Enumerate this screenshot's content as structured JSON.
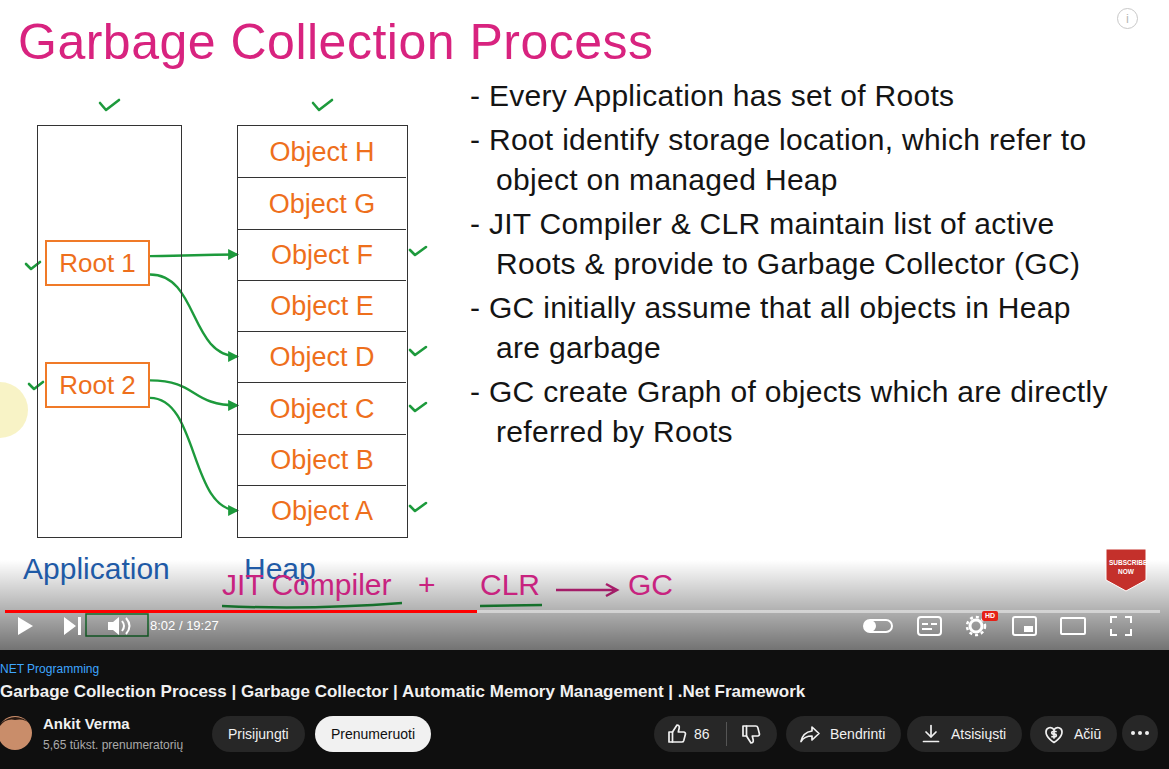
{
  "diagram": {
    "title": "Garbage Collection Process",
    "nodes": [
      {
        "text": [
          "Application"
        ]
      },
      {
        "text": [
          "Heap"
        ]
      },
      {
        "text": [
          "Root 1"
        ],
        "in": 0
      },
      {
        "text": [
          "Root 2"
        ],
        "in": 0
      },
      {
        "text": [
          "Object H"
        ],
        "in": 1
      },
      {
        "text": [
          "Object G"
        ],
        "in": 1
      },
      {
        "text": [
          "Object F"
        ],
        "in": 1
      },
      {
        "text": [
          "Object E"
        ],
        "in": 1
      },
      {
        "text": [
          "Object D"
        ],
        "in": 1
      },
      {
        "text": [
          "Object C"
        ],
        "in": 1
      },
      {
        "text": [
          "Object B"
        ],
        "in": 1
      },
      {
        "text": [
          "Object A"
        ],
        "in": 1
      },
      {
        "text": [
          "Prisijungti"
        ]
      },
      {
        "text": [
          "Prenumeruoti"
        ]
      },
      {
        "text": [
          "86"
        ]
      },
      {
        "text": [
          "Bendrinti"
        ]
      },
      {
        "text": [
          "Atsisiųsti"
        ]
      },
      {
        "text": [
          "Ačiū"
        ]
      },
      {
        "text": [
          "SUBSCRIBE NOW"
        ]
      },
      {
        "text": [
          "HD"
        ]
      },
      {
        "text": [
          "i"
        ]
      }
    ],
    "edges": [
      {
        "from": 2,
        "to": 6,
        "arrow": "to"
      },
      {
        "from": 2,
        "to": 8,
        "arrow": "to"
      },
      {
        "from": 3,
        "to": 9,
        "arrow": "to"
      },
      {
        "from": 3,
        "to": 11,
        "arrow": "to"
      }
    ],
    "labels": [
      "- Every Application has set of Roots",
      "- Root identify storage location, which refer to object on managed Heap",
      "- JIT Compiler & CLR maintain list of active Roots & provide to Garbage Collector (GC)",
      "- GC initially assume that all objects in Heap are garbage",
      "- GC create Graph of objects which are directly referred by Roots",
      "JIT Compiler",
      "+",
      "CLR",
      "GC",
      "8:02 / 19:27",
      "NET Programming",
      "Garbage Collection Process | Garbage Collector | Automatic Memory Management | .Net Framework",
      "Ankit Verma",
      "5,65 tūkst. prenumeratorių"
    ]
  }
}
